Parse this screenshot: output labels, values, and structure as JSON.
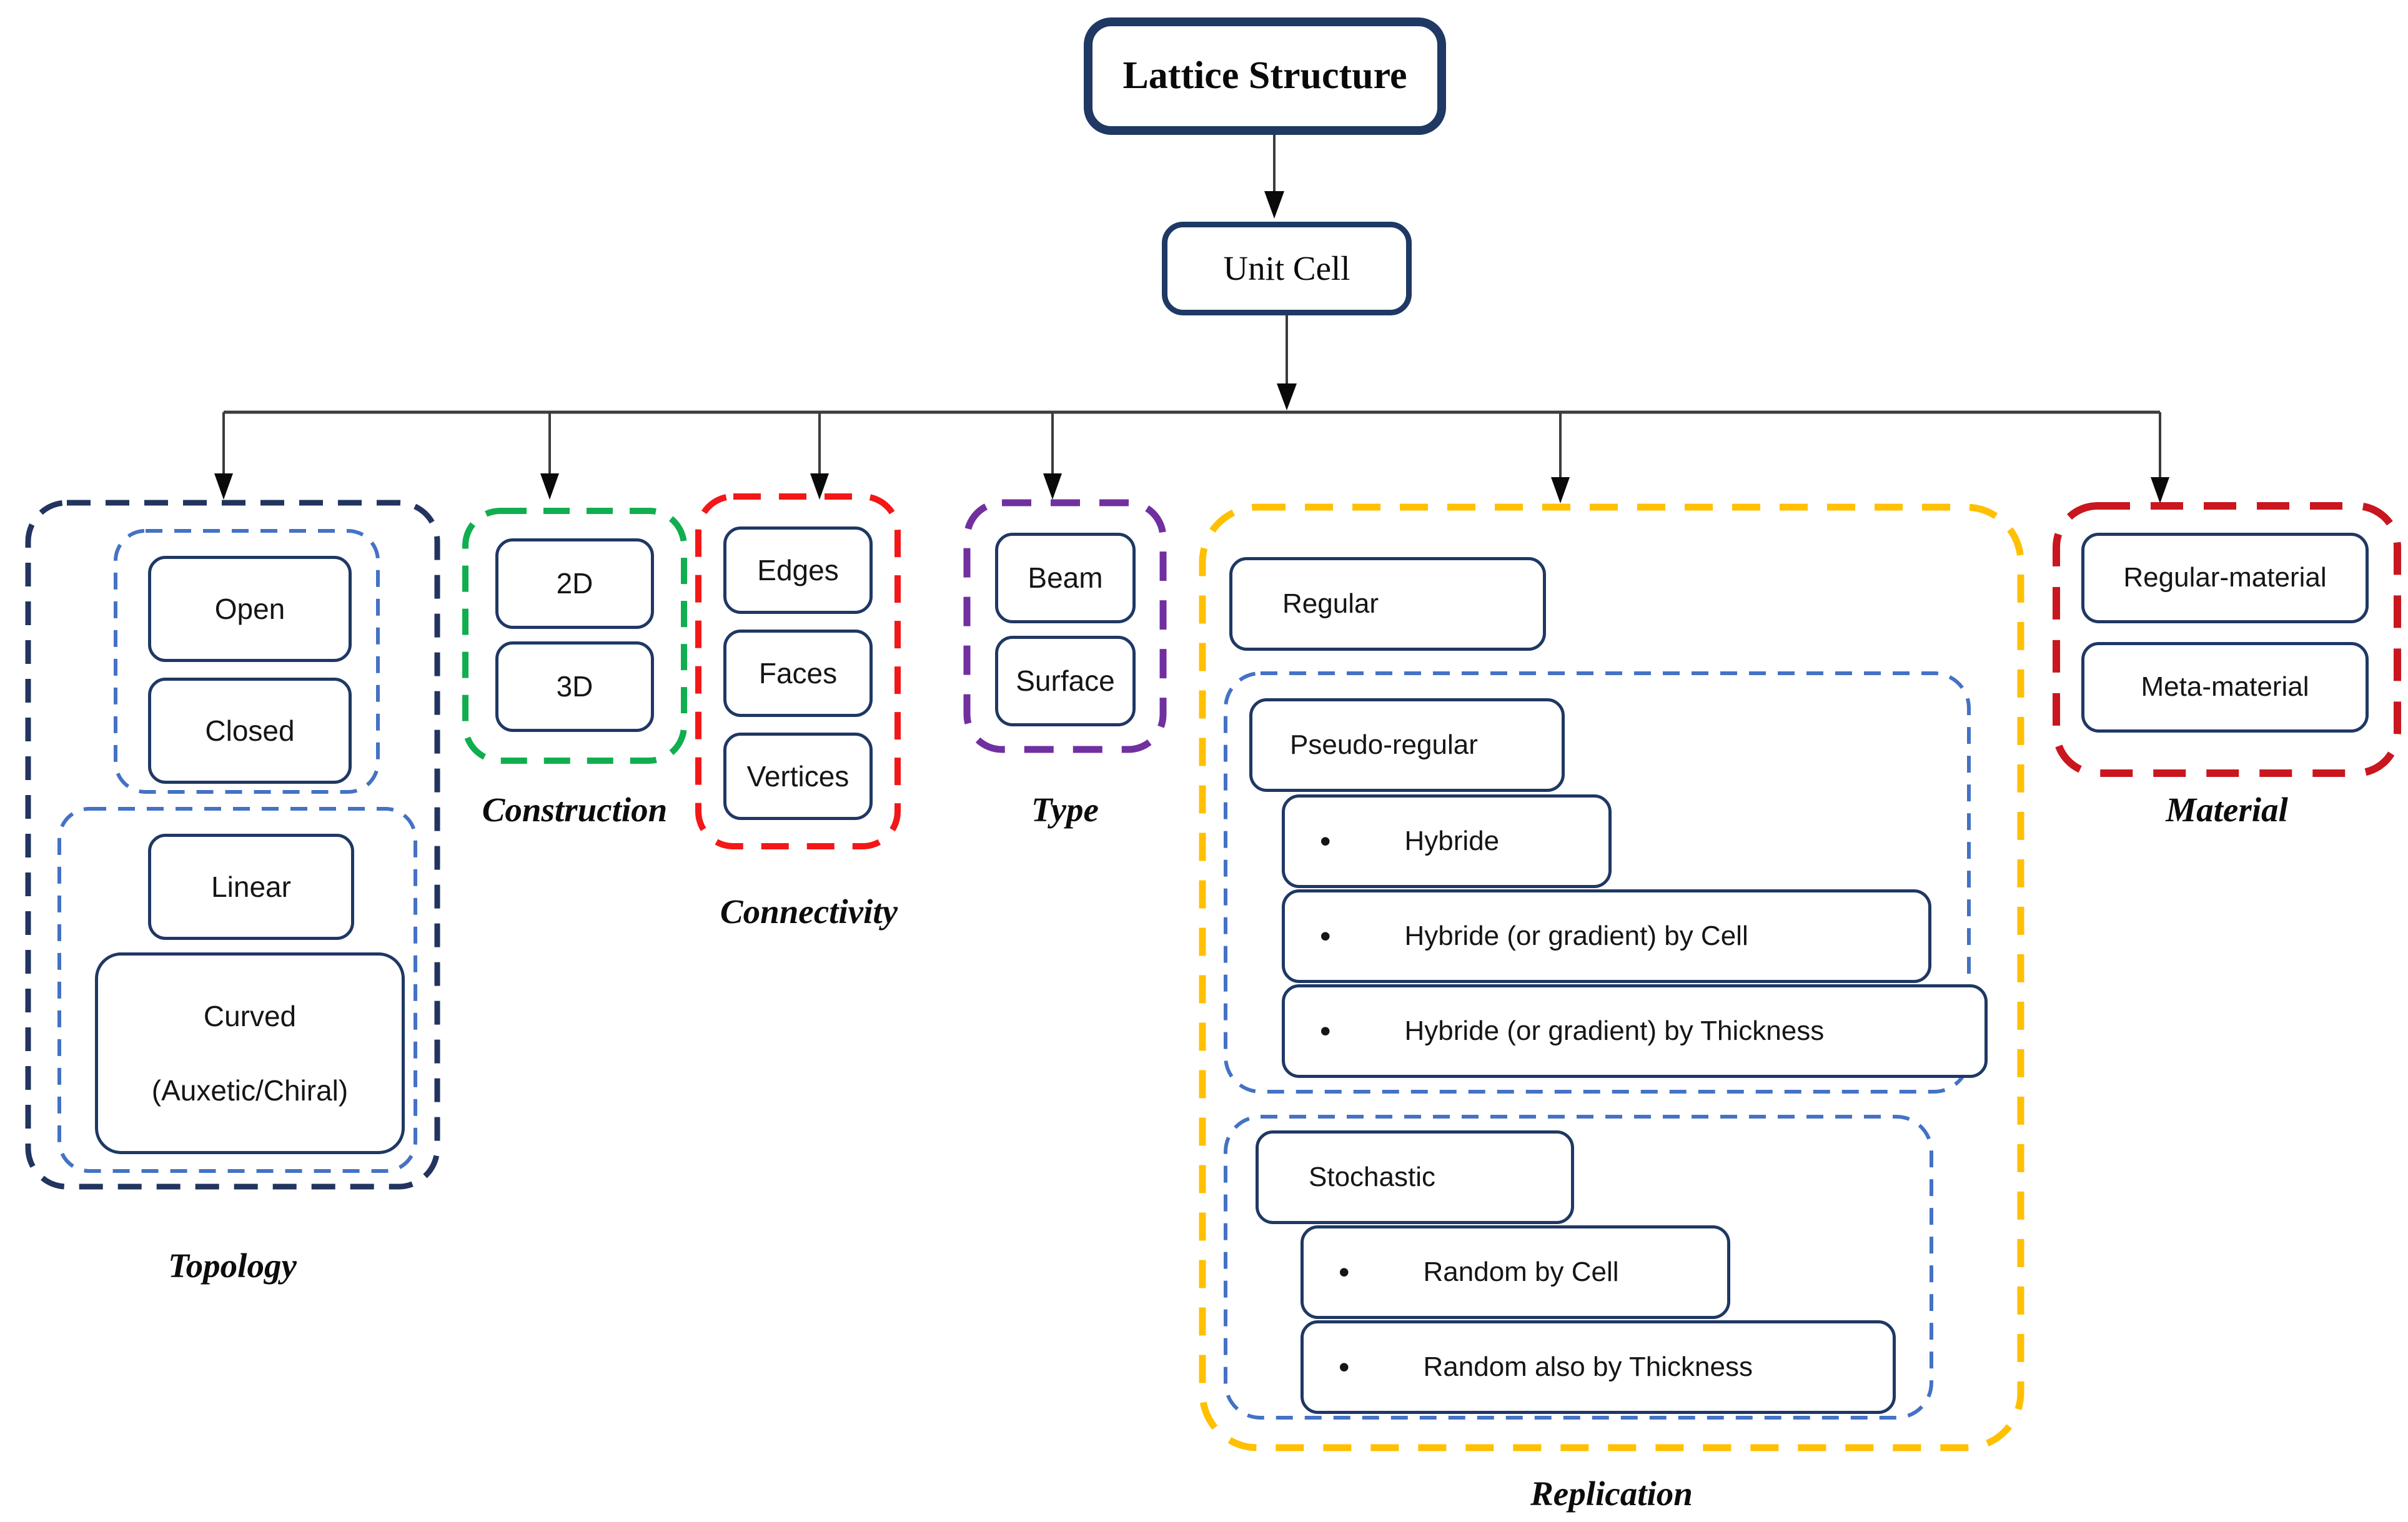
{
  "header": {
    "root_label": "Lattice Structure",
    "unit_cell_label": "Unit Cell"
  },
  "groups": {
    "topology": {
      "label": "Topology",
      "items": {
        "open": "Open",
        "closed": "Closed",
        "linear": "Linear",
        "curved_line1": "Curved",
        "curved_line2": "(Auxetic/Chiral)"
      }
    },
    "construction": {
      "label": "Construction",
      "items": {
        "two_d": "2D",
        "three_d": "3D"
      }
    },
    "connectivity": {
      "label": "Connectivity",
      "items": {
        "edges": "Edges",
        "faces": "Faces",
        "vertices": "Vertices"
      }
    },
    "type": {
      "label": "Type",
      "items": {
        "beam": "Beam",
        "surface": "Surface"
      }
    },
    "replication": {
      "label": "Replication",
      "bullet": "•",
      "items": {
        "regular": "Regular",
        "pseudo_regular": "Pseudo-regular",
        "hybride": "Hybride",
        "hybride_by_cell": "Hybride (or gradient) by Cell",
        "hybride_by_thickness": "Hybride (or gradient) by Thickness",
        "stochastic": "Stochastic",
        "random_by_cell": "Random by Cell",
        "random_also_by_thickness": "Random also by Thickness"
      }
    },
    "material": {
      "label": "Material",
      "items": {
        "regular_material": "Regular-material",
        "meta_material": "Meta-material"
      }
    }
  },
  "colors": {
    "node_border_navy": "#1f3864",
    "topology_outline": "#22345f",
    "subgroup_blue": "#4472c4",
    "construction_green": "#10ae4f",
    "connectivity_red": "#f31717",
    "type_purple": "#7030a0",
    "replication_yellow": "#ffc000",
    "material_red": "#c9161f",
    "connector_gray": "#3c3c3c",
    "arrow_black": "#0a0a0a"
  }
}
